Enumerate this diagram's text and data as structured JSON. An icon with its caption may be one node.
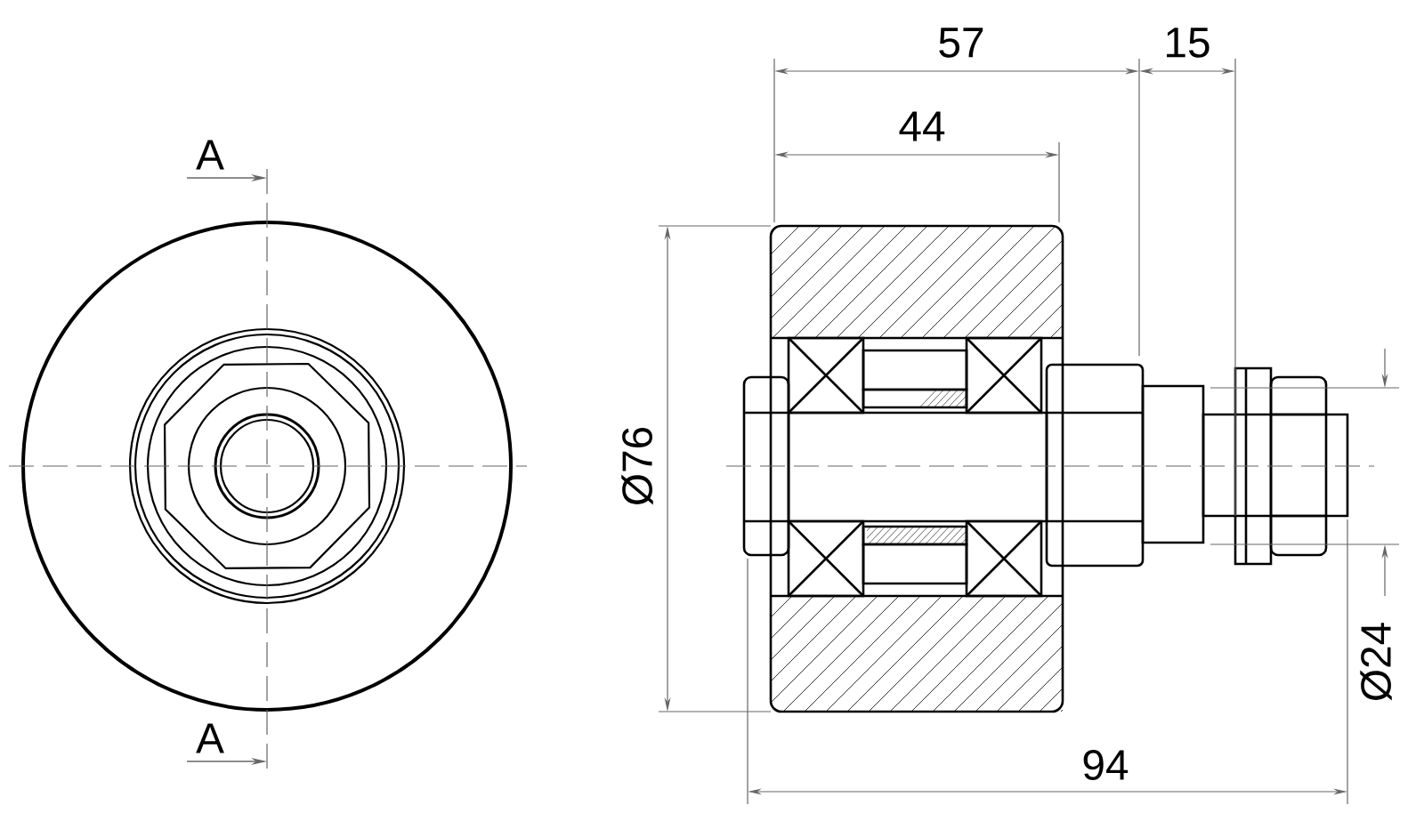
{
  "diagram": {
    "labels": [
      "57",
      "15",
      "44",
      "A",
      "Ø76",
      "Ø24",
      "A",
      "94"
    ]
  }
}
